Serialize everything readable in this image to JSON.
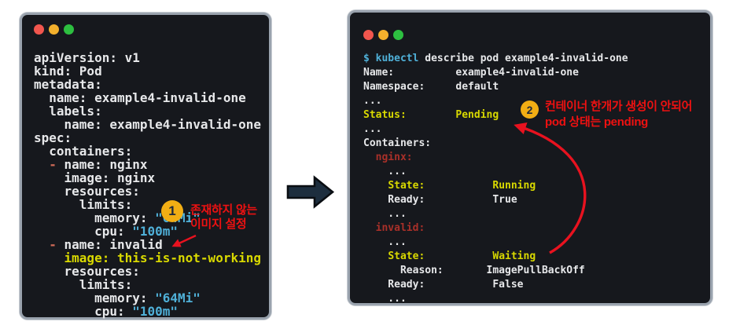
{
  "colors": {
    "w": "#e7e8ea",
    "c": "#4fb0d8",
    "y": "#d9d900",
    "r": "#a93029",
    "o": "#cf6a58",
    "terminal_bg": "#16181d",
    "frame": "#9aa3ae",
    "annotation_red": "#ee1111",
    "arrow_red": "#e8121f",
    "badge_yellow": "#f2ae14",
    "badge_text": "#20293a",
    "mid_arrow_fill": "#1d2e3e",
    "mid_arrow_stroke": "#0a0e12"
  },
  "window_controls": [
    {
      "name": "close",
      "color": "#f1564e"
    },
    {
      "name": "minimize",
      "color": "#f3b02c"
    },
    {
      "name": "zoom",
      "color": "#2dbf40"
    }
  ],
  "left_terminal": {
    "lines": [
      [
        [
          "w",
          "apiVersion: v1"
        ]
      ],
      [
        [
          "w",
          "kind: Pod"
        ]
      ],
      [
        [
          "w",
          "metadata:"
        ]
      ],
      [
        [
          "w",
          "  name: example4-invalid-one"
        ]
      ],
      [
        [
          "w",
          "  labels:"
        ]
      ],
      [
        [
          "w",
          "    name: example4-invalid-one"
        ]
      ],
      [
        [
          "w",
          "spec:"
        ]
      ],
      [
        [
          "w",
          "  containers:"
        ]
      ],
      [
        [
          "w",
          "  "
        ],
        [
          "o",
          "-"
        ],
        [
          "w",
          " name: nginx"
        ]
      ],
      [
        [
          "w",
          "    image: nginx"
        ]
      ],
      [
        [
          "w",
          "    resources:"
        ]
      ],
      [
        [
          "w",
          "      limits:"
        ]
      ],
      [
        [
          "w",
          "        memory: "
        ],
        [
          "c",
          "\"64Mi\""
        ]
      ],
      [
        [
          "w",
          "        cpu: "
        ],
        [
          "c",
          "\"100m\""
        ]
      ],
      [
        [
          "w",
          "  "
        ],
        [
          "o",
          "-"
        ],
        [
          "w",
          " name: invalid"
        ]
      ],
      [
        [
          "w",
          "    "
        ],
        [
          "y",
          "image: this-is-not-working"
        ]
      ],
      [
        [
          "w",
          "    resources:"
        ]
      ],
      [
        [
          "w",
          "      limits:"
        ]
      ],
      [
        [
          "w",
          "        memory: "
        ],
        [
          "c",
          "\"64Mi\""
        ]
      ],
      [
        [
          "w",
          "        cpu: "
        ],
        [
          "c",
          "\"100m\""
        ]
      ]
    ]
  },
  "right_terminal": {
    "lines": [
      [
        [
          "c",
          "$ kubectl"
        ],
        [
          "w",
          " describe pod example4-invalid-one"
        ]
      ],
      [
        [
          "w",
          "Name:          example4-invalid-one"
        ]
      ],
      [
        [
          "w",
          "Namespace:     default"
        ]
      ],
      [
        [
          "w",
          "..."
        ]
      ],
      [
        [
          "y",
          "Status:        Pending"
        ]
      ],
      [
        [
          "w",
          "..."
        ]
      ],
      [
        [
          "w",
          "Containers:"
        ]
      ],
      [
        [
          "r",
          "  nginx:"
        ]
      ],
      [
        [
          "w",
          "    ..."
        ]
      ],
      [
        [
          "w",
          "    "
        ],
        [
          "y",
          "State:"
        ],
        [
          "w",
          "           "
        ],
        [
          "y",
          "Running"
        ]
      ],
      [
        [
          "w",
          "    Ready:           True"
        ]
      ],
      [
        [
          "w",
          "    ..."
        ]
      ],
      [
        [
          "r",
          "  invalid:"
        ]
      ],
      [
        [
          "w",
          "    ..."
        ]
      ],
      [
        [
          "w",
          "    "
        ],
        [
          "y",
          "State:"
        ],
        [
          "w",
          "           "
        ],
        [
          "y",
          "Waiting"
        ]
      ],
      [
        [
          "w",
          "      Reason:       ImagePullBackOff"
        ]
      ],
      [
        [
          "w",
          "    Ready:           False"
        ]
      ],
      [
        [
          "w",
          "    ..."
        ]
      ]
    ]
  },
  "annotations": {
    "one": {
      "number": "1",
      "line1": "존재하지 않는",
      "line2": "이미지 설정"
    },
    "two": {
      "number": "2",
      "line1": "컨테이너 한개가 생성이 안되어",
      "line2": "pod 상태는 pending"
    }
  }
}
